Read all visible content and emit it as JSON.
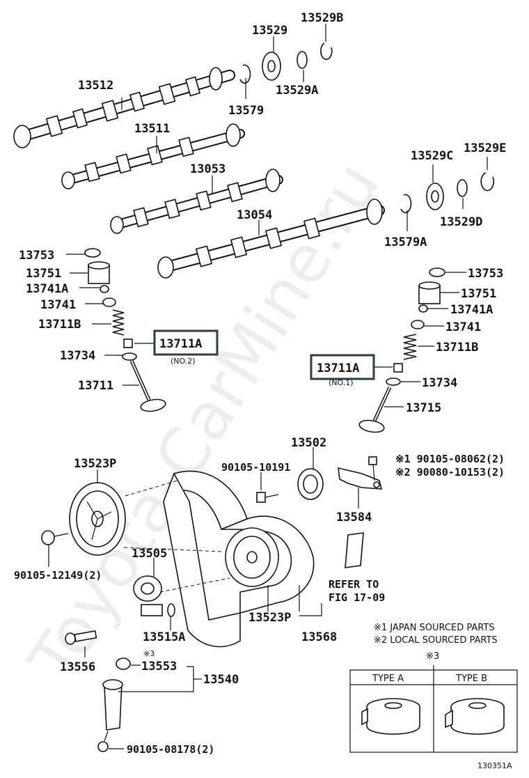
{
  "watermark": "Toyota-CarMine.ru",
  "figure_code": "130351A",
  "labels": {
    "p13529": "13529",
    "p13529B": "13529B",
    "p13512": "13512",
    "p13529A": "13529A",
    "p13579": "13579",
    "p13511": "13511",
    "p13529C": "13529C",
    "p13529E": "13529E",
    "p13053": "13053",
    "p13529D": "13529D",
    "p13054": "13054",
    "p13579A": "13579A",
    "l13753": "13753",
    "l13751": "13751",
    "l13741A": "13741A",
    "l13741": "13741",
    "l13711B": "13711B",
    "l13711A": "13711A",
    "l13711A_note": "(NO.2)",
    "l13734": "13734",
    "l13711": "13711",
    "r13753": "13753",
    "r13751": "13751",
    "r13741A": "13741A",
    "r13741": "13741",
    "r13711B": "13711B",
    "r13711A": "13711A",
    "r13711A_note": "(NO.1)",
    "r13734": "13734",
    "r13715": "13715",
    "p13502": "13502",
    "p13523P_top": "13523P",
    "p90105_10191": "90105-10191",
    "bolt1": "※1 90105-08062(2)",
    "bolt2": "※2 90080-10153(2)",
    "p13584": "13584",
    "p90105_12149": "90105-12149(2)",
    "p13505": "13505",
    "refer1": "REFER TO",
    "refer2": "FIG 17-09",
    "p13523P_bottom": "13523P",
    "p13515A": "13515A",
    "p13568": "13568",
    "p13556": "13556",
    "mark3": "※3",
    "p13553": "13553",
    "p13540": "13540",
    "p90105_08178": "90105-08178(2)"
  },
  "notes": {
    "note1": "※1 JAPAN SOURCED PARTS",
    "note2": "※2 LOCAL SOURCED PARTS",
    "box_mark": "※3",
    "type_a": "TYPE A",
    "type_b": "TYPE B"
  }
}
